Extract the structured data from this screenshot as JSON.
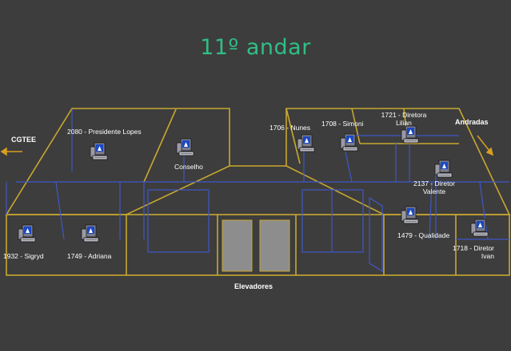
{
  "title": "11º andar",
  "labels": {
    "cgtee": "CGTEE",
    "andradas": "Andradas",
    "elevadores": "Elevadores"
  },
  "workstations": [
    {
      "id": "presidente-lopes",
      "label": "2080 - Presidente Lopes"
    },
    {
      "id": "conselho",
      "label": "Conselho"
    },
    {
      "id": "nunes",
      "label": "1706 - Nunes"
    },
    {
      "id": "simoni",
      "label": "1708 - Simoni"
    },
    {
      "id": "diretora-lilian",
      "label": "1721 - Diretora Lilian"
    },
    {
      "id": "diretor-valente",
      "label": "2137 - Diretor Valente"
    },
    {
      "id": "sigryd",
      "label": "1932 - Sigryd"
    },
    {
      "id": "adriana",
      "label": "1749 - Adriana"
    },
    {
      "id": "qualidade",
      "label": "1479 - Qualidade"
    },
    {
      "id": "diretor-ivan",
      "label": "1718 - Diretor Ivan"
    }
  ],
  "colors": {
    "background": "#3d3d3d",
    "title": "#2fbf86",
    "walls": "#c8a830",
    "cabling": "#3f57c8",
    "doors": "#8d8d8d"
  }
}
